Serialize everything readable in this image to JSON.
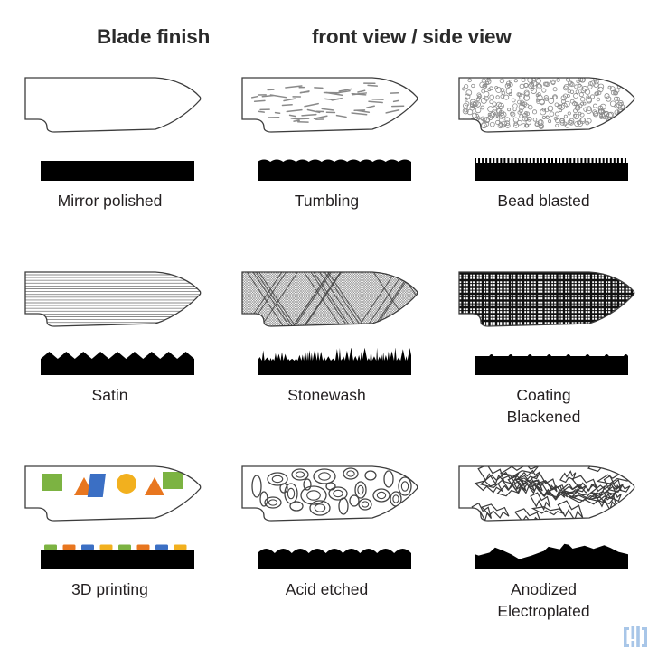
{
  "headers": {
    "left": "Blade finish",
    "right": "front view / side view"
  },
  "colors": {
    "outline": "#3c3c3c",
    "texture": "#8a8a8a",
    "bar": "#000000",
    "text": "#231f20",
    "green": "#7cb342",
    "orange": "#e8761f",
    "blue": "#3b6fc4",
    "yellow": "#f2b01e",
    "watermark": "#a8c6e8"
  },
  "cells": [
    {
      "id": "mirror-polished",
      "label": "Mirror polished",
      "front_view_texture": "plain-outline",
      "side_view_edge": "flat"
    },
    {
      "id": "tumbling",
      "label": "Tumbling",
      "front_view_texture": "short-dashes",
      "side_view_edge": "gentle-wave"
    },
    {
      "id": "bead-blasted",
      "label": "Bead blasted",
      "front_view_texture": "small-circles",
      "side_view_edge": "fine-comb-teeth"
    },
    {
      "id": "satin",
      "label": "Satin",
      "front_view_texture": "horizontal-lines",
      "side_view_edge": "scalloped-wave"
    },
    {
      "id": "stonewash",
      "label": "Stonewash",
      "front_view_texture": "dense-crosshatch",
      "side_view_edge": "irregular-jagged-spikes"
    },
    {
      "id": "coating-blackened",
      "label": "Coating\nBlackened",
      "front_view_texture": "heavy-grid",
      "side_view_edge": "small-round-bumps"
    },
    {
      "id": "3d-printing",
      "label": "3D printing",
      "front_view_texture": "colored-shapes",
      "side_view_edge": "colored-tabs"
    },
    {
      "id": "acid-etched",
      "label": "Acid etched",
      "front_view_texture": "concentric-rings",
      "side_view_edge": "deep-scallops"
    },
    {
      "id": "anodized-electroplated",
      "label": "Anodized\nElectroplated",
      "front_view_texture": "jagged-bolts",
      "side_view_edge": "rough-irregular"
    }
  ],
  "watermark": {
    "name": "bracket-i-logo"
  }
}
